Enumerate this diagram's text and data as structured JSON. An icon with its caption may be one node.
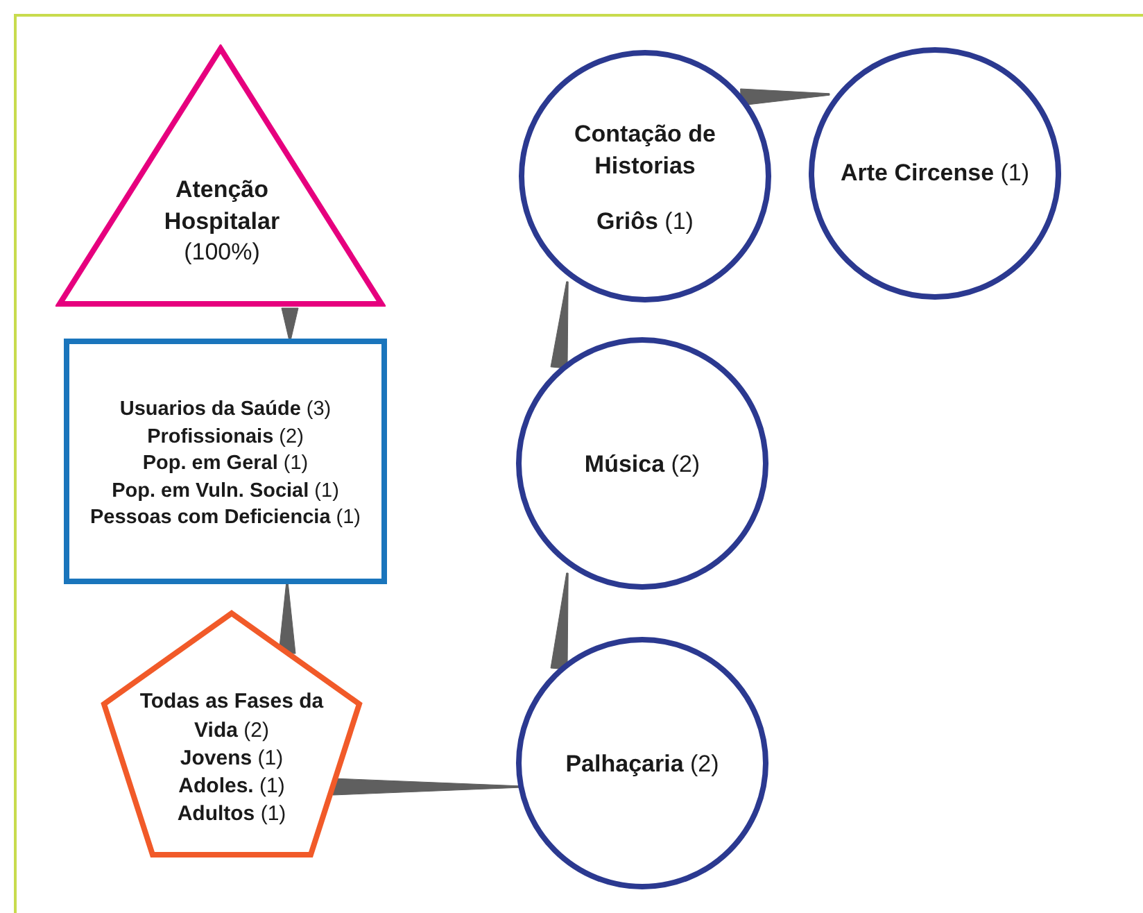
{
  "diagram": {
    "nodes": [
      {
        "text": [
          "**Atenção Hospitalar** (100%)"
        ]
      },
      {
        "text": [
          "**Usuarios da Saúde** (3)",
          "**Profissionais** (2)",
          "**Pop. em Geral** (1)",
          "**Pop. em Vuln. Social** (1)",
          "**Pessoas com Deficiencia** (1)"
        ]
      },
      {
        "text": [
          "**Todas as Fases da Vida** (2)",
          "**Jovens** (1)",
          "**Adoles.** (1)",
          "**Adultos** (1)"
        ]
      },
      {
        "text": [
          "**Contação de Historias**",
          "**Griôs** (1)"
        ]
      },
      {
        "text": [
          "**Arte Circense** (1)"
        ]
      },
      {
        "text": [
          "**Música** (2)"
        ]
      },
      {
        "text": [
          "**Palhaçaria** (2)"
        ]
      }
    ],
    "edges": [
      {
        "from": 0,
        "to": 1,
        "arrow": "none"
      },
      {
        "from": 2,
        "to": 1,
        "arrow": "none"
      },
      {
        "from": 2,
        "to": 6,
        "arrow": "none"
      },
      {
        "from": 6,
        "to": 5,
        "arrow": "none"
      },
      {
        "from": 5,
        "to": 3,
        "arrow": "none"
      },
      {
        "from": 3,
        "to": 4,
        "arrow": "none"
      }
    ]
  }
}
